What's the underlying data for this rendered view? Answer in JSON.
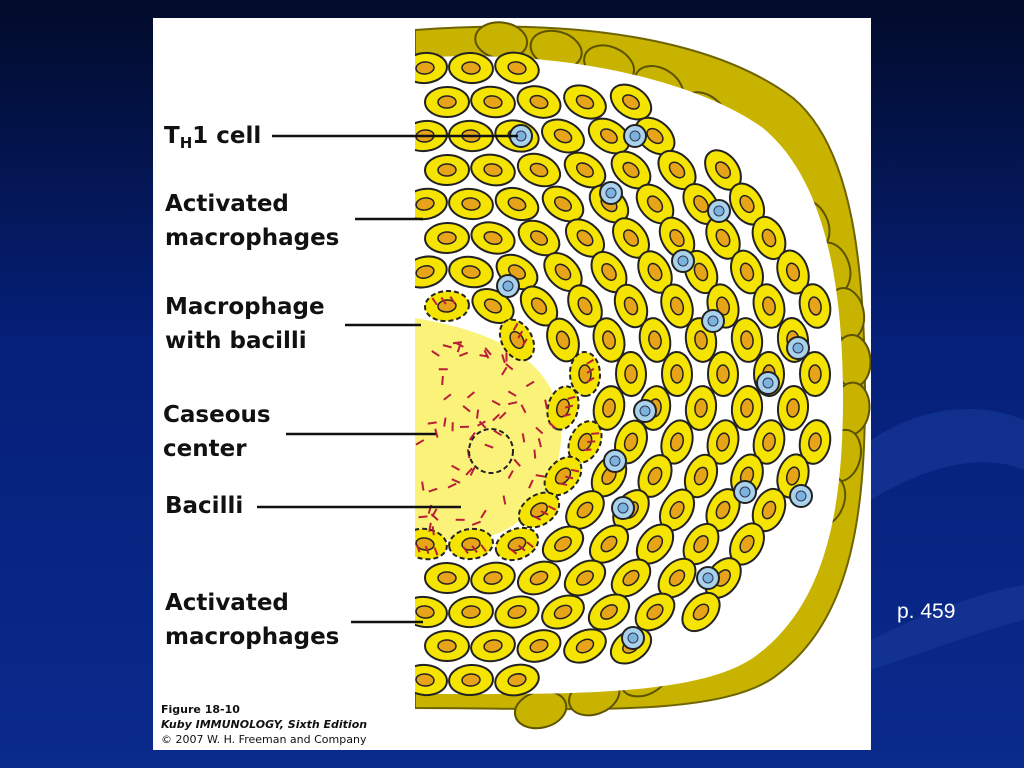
{
  "figure": {
    "labels": {
      "th1_main": "T",
      "th1_sub": "H",
      "th1_rest": "1 cell",
      "activated_top_line1": "Activated",
      "activated_top_line2": "macrophages",
      "macrophage_bacilli_line1": "Macrophage",
      "macrophage_bacilli_line2": "with bacilli",
      "caseous_line1": "Caseous",
      "caseous_line2": "center",
      "bacilli": "Bacilli",
      "activated_bottom_line1": "Activated",
      "activated_bottom_line2": "macrophages"
    },
    "caption": {
      "figure_number": "Figure 18-10",
      "edition": "Kuby IMMUNOLOGY, Sixth Edition",
      "copyright": "© 2007 W. H. Freeman and Company"
    }
  },
  "slide": {
    "page_reference": "p. 459"
  },
  "colors": {
    "background_dark": "#020b2a",
    "background_blue": "#0a2a8c",
    "macrophage_fill": "#f5e400",
    "nucleus_fill": "#e8a419",
    "outer_layer": "#c8b400",
    "caseous_center": "#fbf27a",
    "bacilli": "#b8203a",
    "th1_cell": "#a9d3ec"
  }
}
